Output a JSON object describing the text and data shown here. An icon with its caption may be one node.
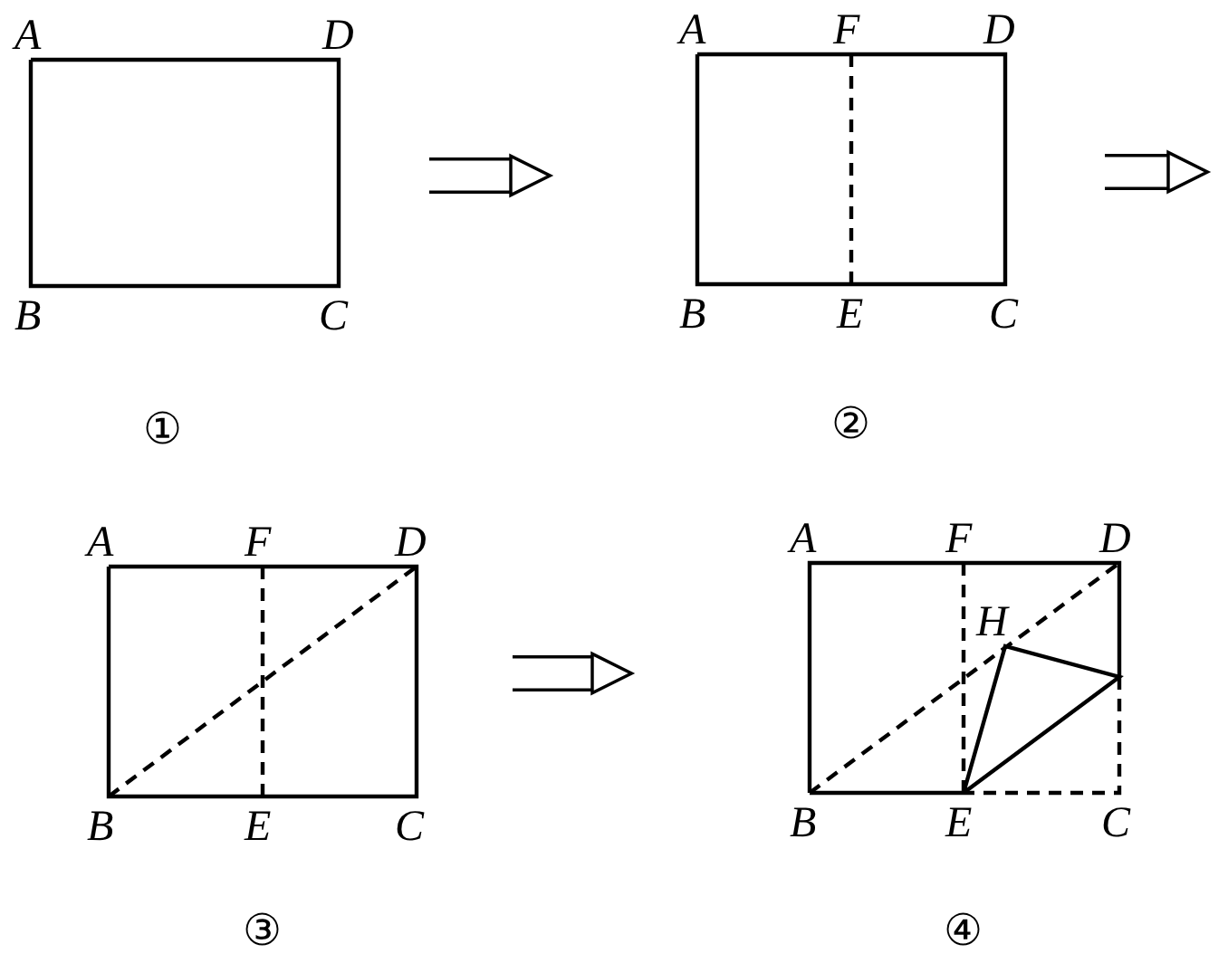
{
  "diagram": {
    "nodes": [
      {
        "text": [],
        "shape": "box",
        "beside": [
          "①"
        ]
      },
      {
        "text": [],
        "shape": "box",
        "beside": [
          "②"
        ]
      },
      {
        "text": [],
        "shape": "box",
        "beside": [
          "③"
        ]
      },
      {
        "text": [],
        "shape": "box",
        "beside": [
          "④"
        ]
      }
    ],
    "edges": [
      {
        "from": 0,
        "to": 1,
        "arrow": "to"
      },
      {
        "from": 1,
        "to": null,
        "arrow": "to"
      },
      {
        "from": 2,
        "to": 3,
        "arrow": "to"
      }
    ],
    "labels": [
      "A",
      "D",
      "B",
      "C",
      "A",
      "F",
      "D",
      "B",
      "E",
      "C",
      "A",
      "F",
      "D",
      "B",
      "E",
      "C",
      "A",
      "F",
      "D",
      "H",
      "B",
      "E",
      "C"
    ]
  }
}
